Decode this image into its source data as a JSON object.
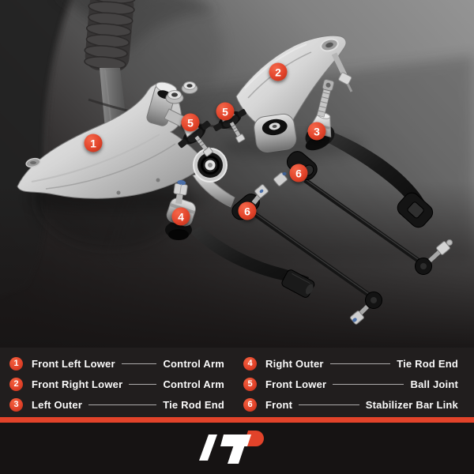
{
  "legend": {
    "columns": [
      {
        "items": [
          {
            "num": "1",
            "label": "Front Left Lower",
            "part": "Control Arm"
          },
          {
            "num": "2",
            "label": "Front Right Lower",
            "part": "Control Arm"
          },
          {
            "num": "3",
            "label": "Left Outer",
            "part": "Tie Rod End"
          }
        ]
      },
      {
        "items": [
          {
            "num": "4",
            "label": "Right Outer",
            "part": "Tie Rod End"
          },
          {
            "num": "5",
            "label": "Front Lower",
            "part": "Ball Joint"
          },
          {
            "num": "6",
            "label": "Front",
            "part": "Stabilizer Bar Link"
          }
        ]
      }
    ]
  },
  "diagram": {
    "badges": [
      {
        "num": "1"
      },
      {
        "num": "2"
      },
      {
        "num": "3"
      },
      {
        "num": "4"
      },
      {
        "num": "5"
      },
      {
        "num": "5"
      },
      {
        "num": "6"
      },
      {
        "num": "6"
      }
    ],
    "depicted_parts": [
      "control-arm-front-left",
      "control-arm-front-right",
      "tie-rod-end-left-outer",
      "tie-rod-end-right-outer",
      "ball-joint-front-lower-x2",
      "stabilizer-bar-link-front-x2",
      "hex-flange-nut-x2"
    ],
    "background": "grayscale-car-suspension-photo"
  },
  "footer": {
    "logo_icon": "ap-monogram-logo"
  },
  "colors": {
    "accent": "#e2432a",
    "text": "#fafafa",
    "legend_bg": "#211e1e",
    "footer_bg": "#161313",
    "connector_line": "#c6c6c6"
  }
}
